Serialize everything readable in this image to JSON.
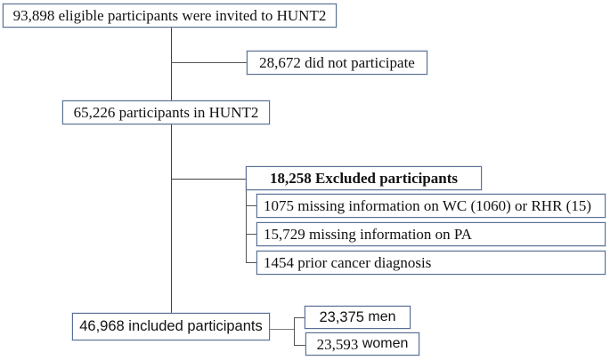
{
  "diagram": {
    "title_context": "HUNT2 participant flow chart",
    "invited_box": "93,898 eligible participants were invited to HUNT2",
    "did_not_participate_box": "28,672 did not participate",
    "hunt2_box": "65,226 participants in HUNT2",
    "excluded_box": "18,258 Excluded participants",
    "exclusion_reasons": [
      "1075 missing information on WC (1060) or RHR (15)",
      "15,729 missing information on PA",
      "1454 prior cancer diagnosis"
    ],
    "included_box": "46,968 included participants",
    "men_box": {
      "number": "23,375",
      "label": "men"
    },
    "women_box": {
      "number": "23,593",
      "label": "women"
    },
    "colors": {
      "box_border": "#5a6f94",
      "connector_dark": "#404040",
      "connector_light": "#7f7f7f",
      "text": "#111111",
      "background": "#ffffff"
    }
  }
}
